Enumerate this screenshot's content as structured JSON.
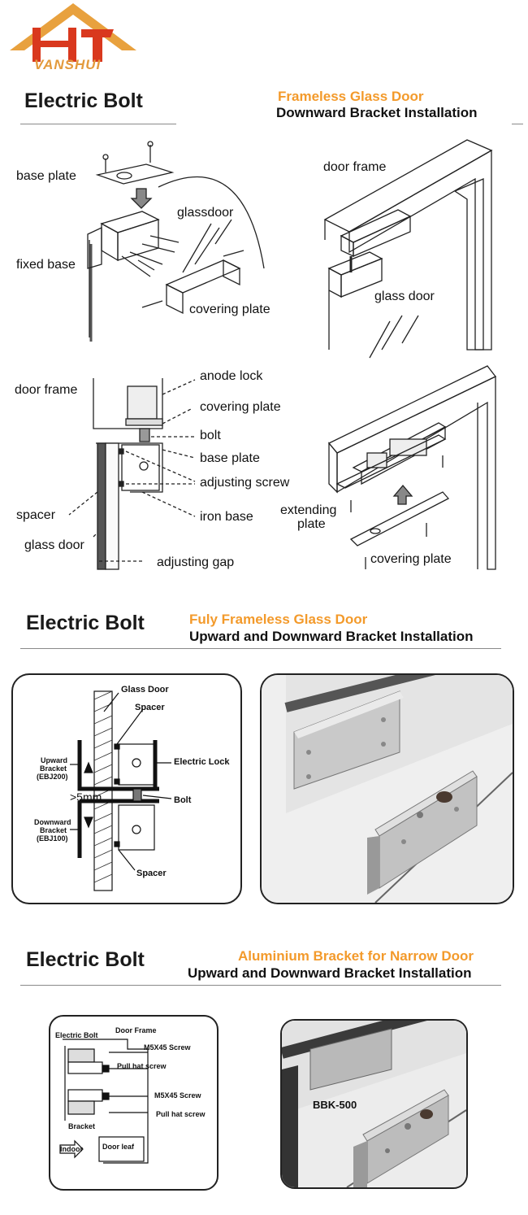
{
  "logo": {
    "text": "VANSHUI"
  },
  "sections": [
    {
      "title": "Electric Bolt",
      "accent": "Frameless Glass Door",
      "subtitle": "Downward Bracket Installation"
    },
    {
      "title": "Electric Bolt",
      "accent": "Fuly Frameless Glass Door",
      "subtitle": "Upward and Downward Bracket Installation"
    },
    {
      "title": "Electric Bolt",
      "accent": "Aluminium Bracket for Narrow Door",
      "subtitle": "Upward and Downward Bracket Installation"
    }
  ],
  "diagram1": {
    "base_plate": "base plate",
    "glassdoor": "glassdoor",
    "fixed_base": "fixed base",
    "covering_plate": "covering plate",
    "door_frame": "door frame",
    "glass_door": "glass door"
  },
  "diagram2": {
    "door_frame": "door frame",
    "anode_lock": "anode lock",
    "covering_plate": "covering plate",
    "bolt": "bolt",
    "base_plate": "base plate",
    "adjusting_screw": "adjusting screw",
    "spacer": "spacer",
    "iron_base": "iron base",
    "glass_door": "glass door",
    "adjusting_gap": "adjusting gap",
    "extending_plate": [
      "extending",
      "plate"
    ],
    "covering_plate_right": "covering plate"
  },
  "diagram3": {
    "glass_door": "Glass Door",
    "spacer_top": "Spacer",
    "upward_bracket": [
      "Upward",
      "Bracket",
      "(EBJ200)"
    ],
    "electric_lock": "Electric Lock",
    "gap": ">5mm",
    "bolt": "Bolt",
    "downward_bracket": [
      "Downward",
      "Bracket",
      "(EBJ100)"
    ],
    "spacer_bottom": "Spacer"
  },
  "diagram4": {
    "electric_bolt": "Electric Bolt",
    "door_frame": "Door Frame",
    "m5x45_screw_top": "M5X45 Screw",
    "pull_hat_screw_top": "Pull hat screw",
    "m5x45_screw_bottom": "M5X45 Screw",
    "pull_hat_screw_bottom": "Pull hat screw",
    "bracket": "Bracket",
    "indoor": "Indoor",
    "door_leaf": "Door leaf",
    "model": "BBK-500"
  },
  "colors": {
    "accent": "#f39a2b",
    "logo_red": "#d9381e",
    "logo_orange": "#e39a3c"
  }
}
